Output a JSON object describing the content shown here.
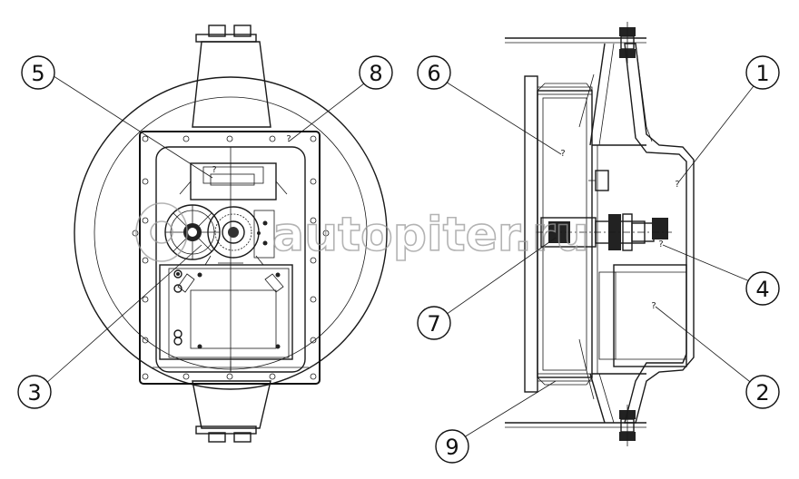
{
  "watermark": "autopiter.ru",
  "unknown_mark": "?",
  "callouts": [
    {
      "id": "1",
      "label": "1"
    },
    {
      "id": "2",
      "label": "2"
    },
    {
      "id": "3",
      "label": "3"
    },
    {
      "id": "4",
      "label": "4"
    },
    {
      "id": "5",
      "label": "5"
    },
    {
      "id": "6",
      "label": "6"
    },
    {
      "id": "7",
      "label": "7"
    },
    {
      "id": "8",
      "label": "8"
    },
    {
      "id": "9",
      "label": "9"
    }
  ]
}
